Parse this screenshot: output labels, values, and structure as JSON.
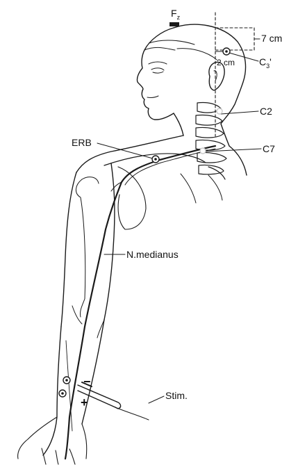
{
  "labels": {
    "fz": "F",
    "fz_sub": "z",
    "c3": "C",
    "c3_sub": "3",
    "c3_mark": "'",
    "dist_7cm": "7 cm",
    "dist_2cm": "2 cm",
    "c2": "C2",
    "c7": "C7",
    "erb": "ERB",
    "nerve": "N.medianus",
    "stim": "Stim.",
    "minus": "−",
    "plus": "+"
  }
}
